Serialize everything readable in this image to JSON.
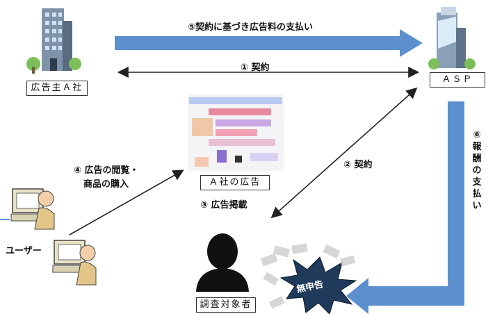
{
  "nodes": {
    "advertiser": "広告主Ａ社",
    "asp": "ＡＳＰ",
    "ad": "Ａ社の広告",
    "user": "ユーザー",
    "subject": "調査対象者"
  },
  "flows": {
    "payment_ad_fee": "⑤契約に基づき広告料の支払い",
    "contract_1": "① 契約",
    "contract_2": "② 契約",
    "ad_placement": "③ 広告掲載",
    "browse_line1": "④ 広告の閲覧・",
    "browse_line2": "商品の購入",
    "reward_vertical": [
      "⑥",
      "報",
      "酬",
      "の",
      "支",
      "払",
      "い"
    ]
  },
  "badge": "無申告",
  "colors": {
    "arrow_blue": "#5b8fce",
    "line_dark": "#222222",
    "badge_bg": "#1f3a5a"
  }
}
